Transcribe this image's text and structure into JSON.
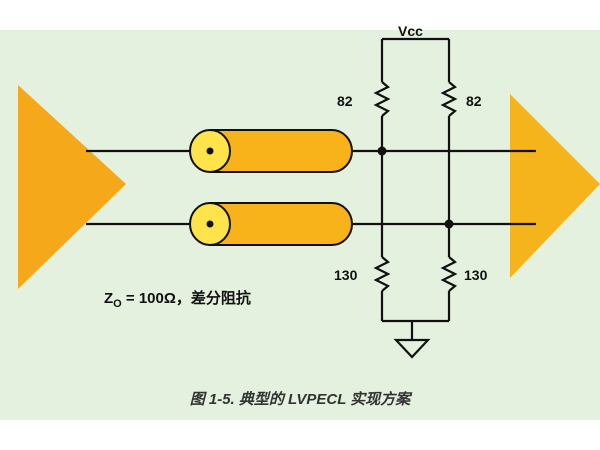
{
  "colors": {
    "panel": "#e3f1de",
    "driver": "#f6a81b",
    "receiver": "#f6b41c",
    "cable": "#f8b21a",
    "cable_end": "#ffe34a",
    "wire": "#111111",
    "caption": "#333333"
  },
  "labels": {
    "vcc": "Vcc",
    "r_top_left": "82",
    "r_top_right": "82",
    "r_bottom_left": "130",
    "r_bottom_right": "130",
    "impedance_z": "Z",
    "impedance_sub": "O",
    "impedance_rest": " = 100Ω，差分阻抗"
  },
  "caption": "图 1-5. 典型的 LVPECL 实现方案",
  "components": {
    "driver": "driver-buffer",
    "receiver": "receiver-buffer",
    "cables": [
      "coax-cable-positive",
      "coax-cable-negative"
    ],
    "ground": "ground-icon"
  }
}
